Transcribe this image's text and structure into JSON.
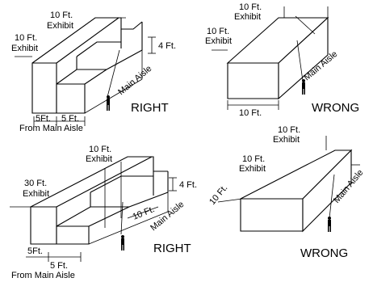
{
  "panels": {
    "top_left": {
      "label_10ft_top": "10 Ft.",
      "label_exhibit_top": "Exhibit",
      "label_10ft_left": "10 Ft.",
      "label_exhibit_left": "Exhibit",
      "label_4ft": "4 Ft.",
      "label_main_aisle": "Main Aisle",
      "label_5ft_a": "5Ft.",
      "label_5ft_b": "5 Ft.",
      "label_from_main_aisle": "From Main Aisle",
      "verdict": "RIGHT"
    },
    "top_right": {
      "label_10ft_top": "10 Ft.",
      "label_exhibit_top": "Exhibit",
      "label_10ft_left": "10 Ft.",
      "label_exhibit_left": "Exhibit",
      "label_main_aisle": "Main Aisle",
      "label_10ft_bottom": "10 Ft.",
      "verdict": "WRONG"
    },
    "bottom_left": {
      "label_10ft_top": "10 Ft.",
      "label_exhibit_top": "Exhibit",
      "label_30ft": "30 Ft.",
      "label_exhibit_left": "Exhibit",
      "label_4ft": "4 Ft.",
      "label_10ft_aisle": "10 Ft.",
      "label_main_aisle": "Main Aisle",
      "label_5ft_a": "5Ft.",
      "label_5ft_b": "5 Ft.",
      "label_from_main_aisle": "From Main Aisle",
      "verdict": "RIGHT"
    },
    "bottom_right": {
      "label_10ft_top": "10 Ft.",
      "label_exhibit_top": "Exhibit",
      "label_10ft_mid": "10 Ft.",
      "label_exhibit_mid": "Exhibit",
      "label_10ft_left": "10 Ft.",
      "label_main_aisle": "Main Aisle",
      "verdict": "WRONG"
    }
  }
}
